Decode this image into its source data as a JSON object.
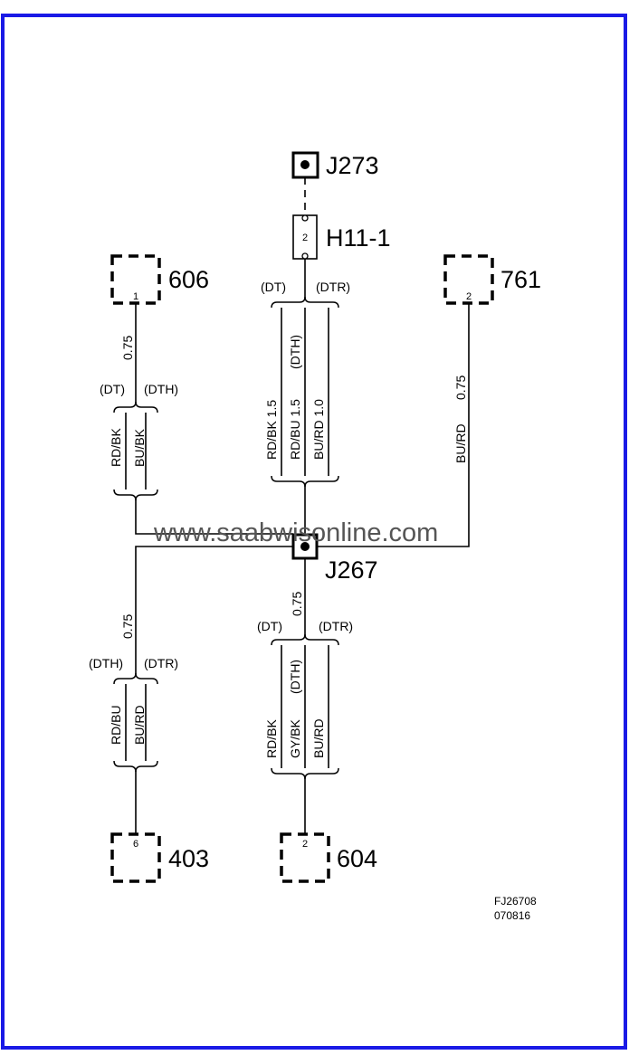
{
  "colors": {
    "border": "#1a1ae6",
    "ink": "#000000",
    "watermark": "#555555"
  },
  "connectors": {
    "j273": {
      "label": "J273"
    },
    "h11_1": {
      "label": "H11-1",
      "pin": "2"
    },
    "c606": {
      "label": "606",
      "pin": "1"
    },
    "c761": {
      "label": "761",
      "pin": "2"
    },
    "j267": {
      "label": "J267"
    },
    "c403": {
      "label": "403",
      "pin": "6"
    },
    "c604": {
      "label": "604",
      "pin": "2"
    }
  },
  "harness": {
    "left_top": {
      "tag_a": "(DT)",
      "tag_b": "(DTH)",
      "size": "0.75",
      "wires": [
        "RD/BK",
        "BU/BK"
      ]
    },
    "center_top": {
      "tag_a": "(DT)",
      "tag_b": "(DTR)",
      "wires": [
        "RD/BK 1.5",
        "RD/BU 1.5",
        "BU/RD 1.0"
      ],
      "inner_tag": "(DTH)"
    },
    "right_top": {
      "size": "0.75",
      "wire": "BU/RD"
    },
    "left_bottom": {
      "tag_a": "(DTH)",
      "tag_b": "(DTR)",
      "size": "0.75",
      "wires": [
        "RD/BU",
        "BU/RD"
      ]
    },
    "center_bottom": {
      "tag_a": "(DT)",
      "tag_b": "(DTR)",
      "size": "0.75",
      "wires": [
        "RD/BK",
        "GY/BK",
        "BU/RD"
      ],
      "inner_tag": "(DTH)"
    }
  },
  "watermark": "www.saabwisonline.com",
  "footer": {
    "code": "FJ26708",
    "date": "070816"
  }
}
